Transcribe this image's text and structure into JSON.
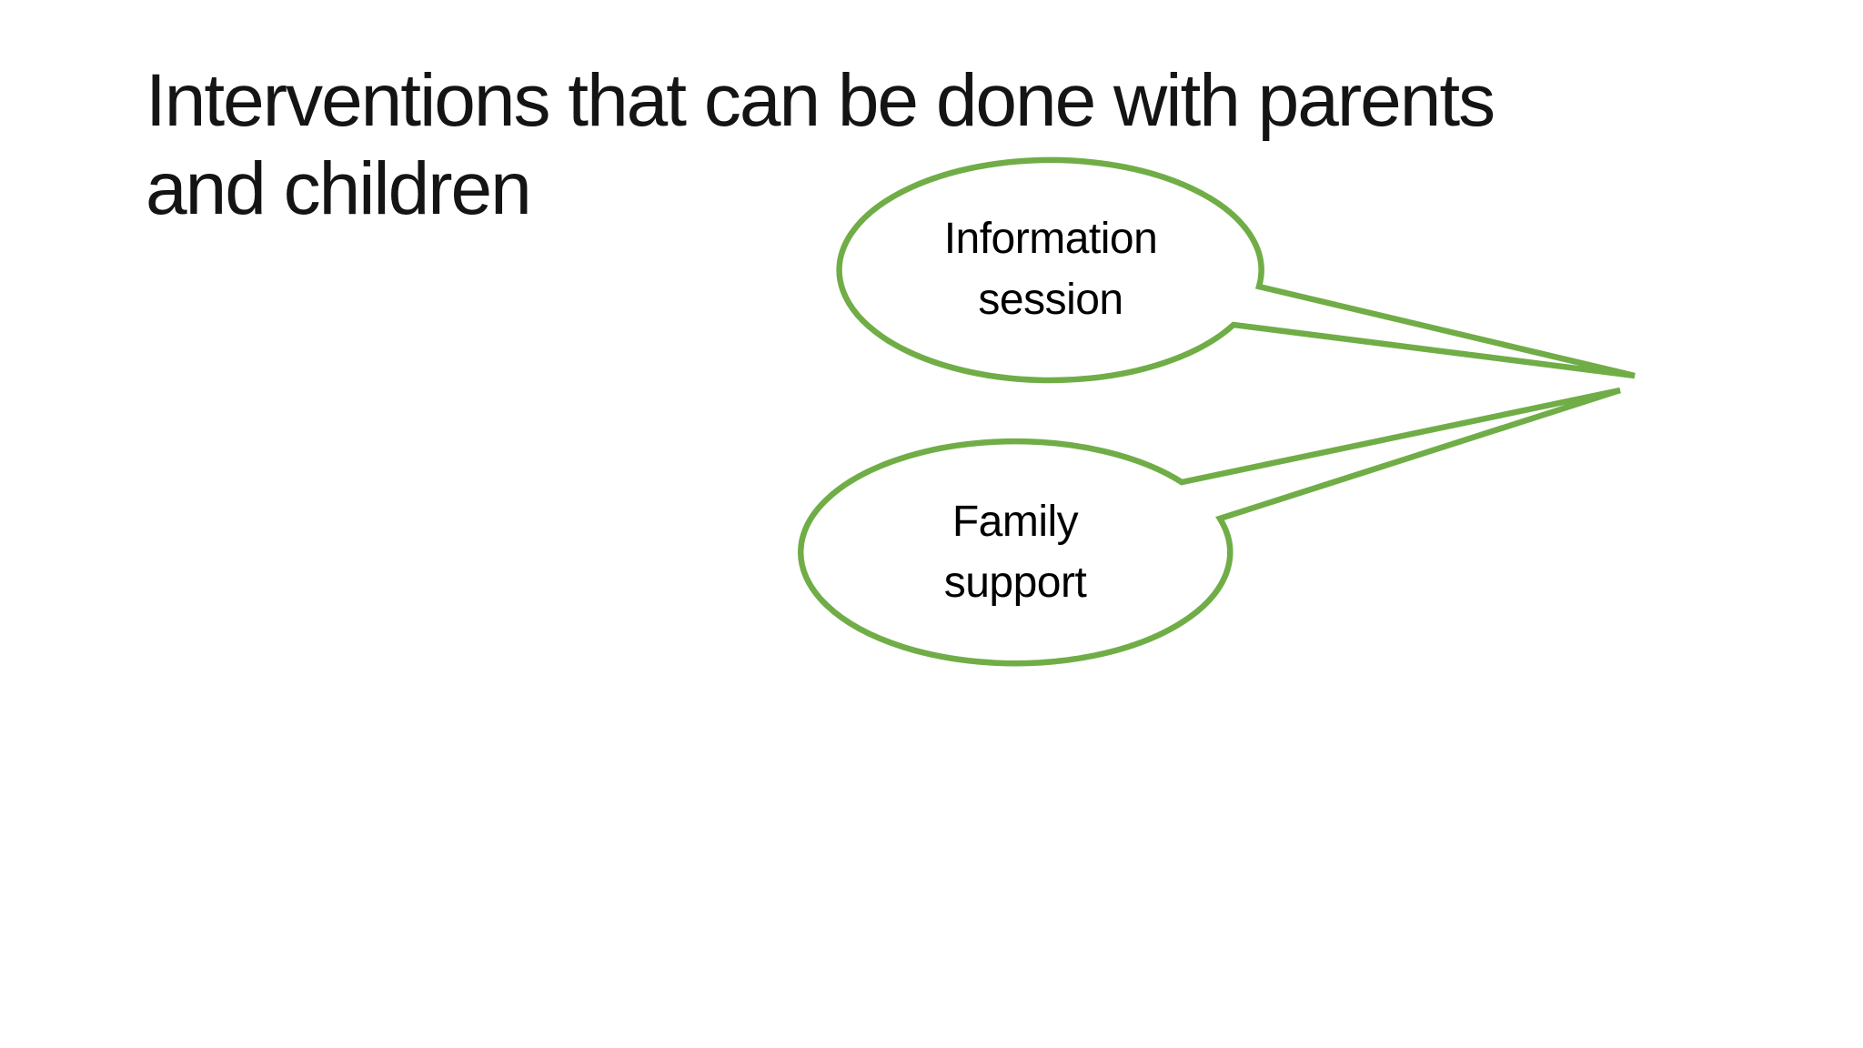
{
  "slide": {
    "title": {
      "text": "Interventions that can be done with parents and children",
      "lines": [
        "Interventions that can be done with parents",
        "and children"
      ]
    },
    "callouts": [
      {
        "name": "information-session",
        "text": "Information session",
        "lines": [
          "Information",
          "session"
        ]
      },
      {
        "name": "family-support",
        "text": "Family support",
        "lines": [
          "Family",
          "support"
        ]
      }
    ],
    "colors": {
      "background": "#FFFFFF",
      "callout_outline": "#70AD47",
      "callout_fill": "#FFFFFF",
      "text": "#141414"
    }
  }
}
